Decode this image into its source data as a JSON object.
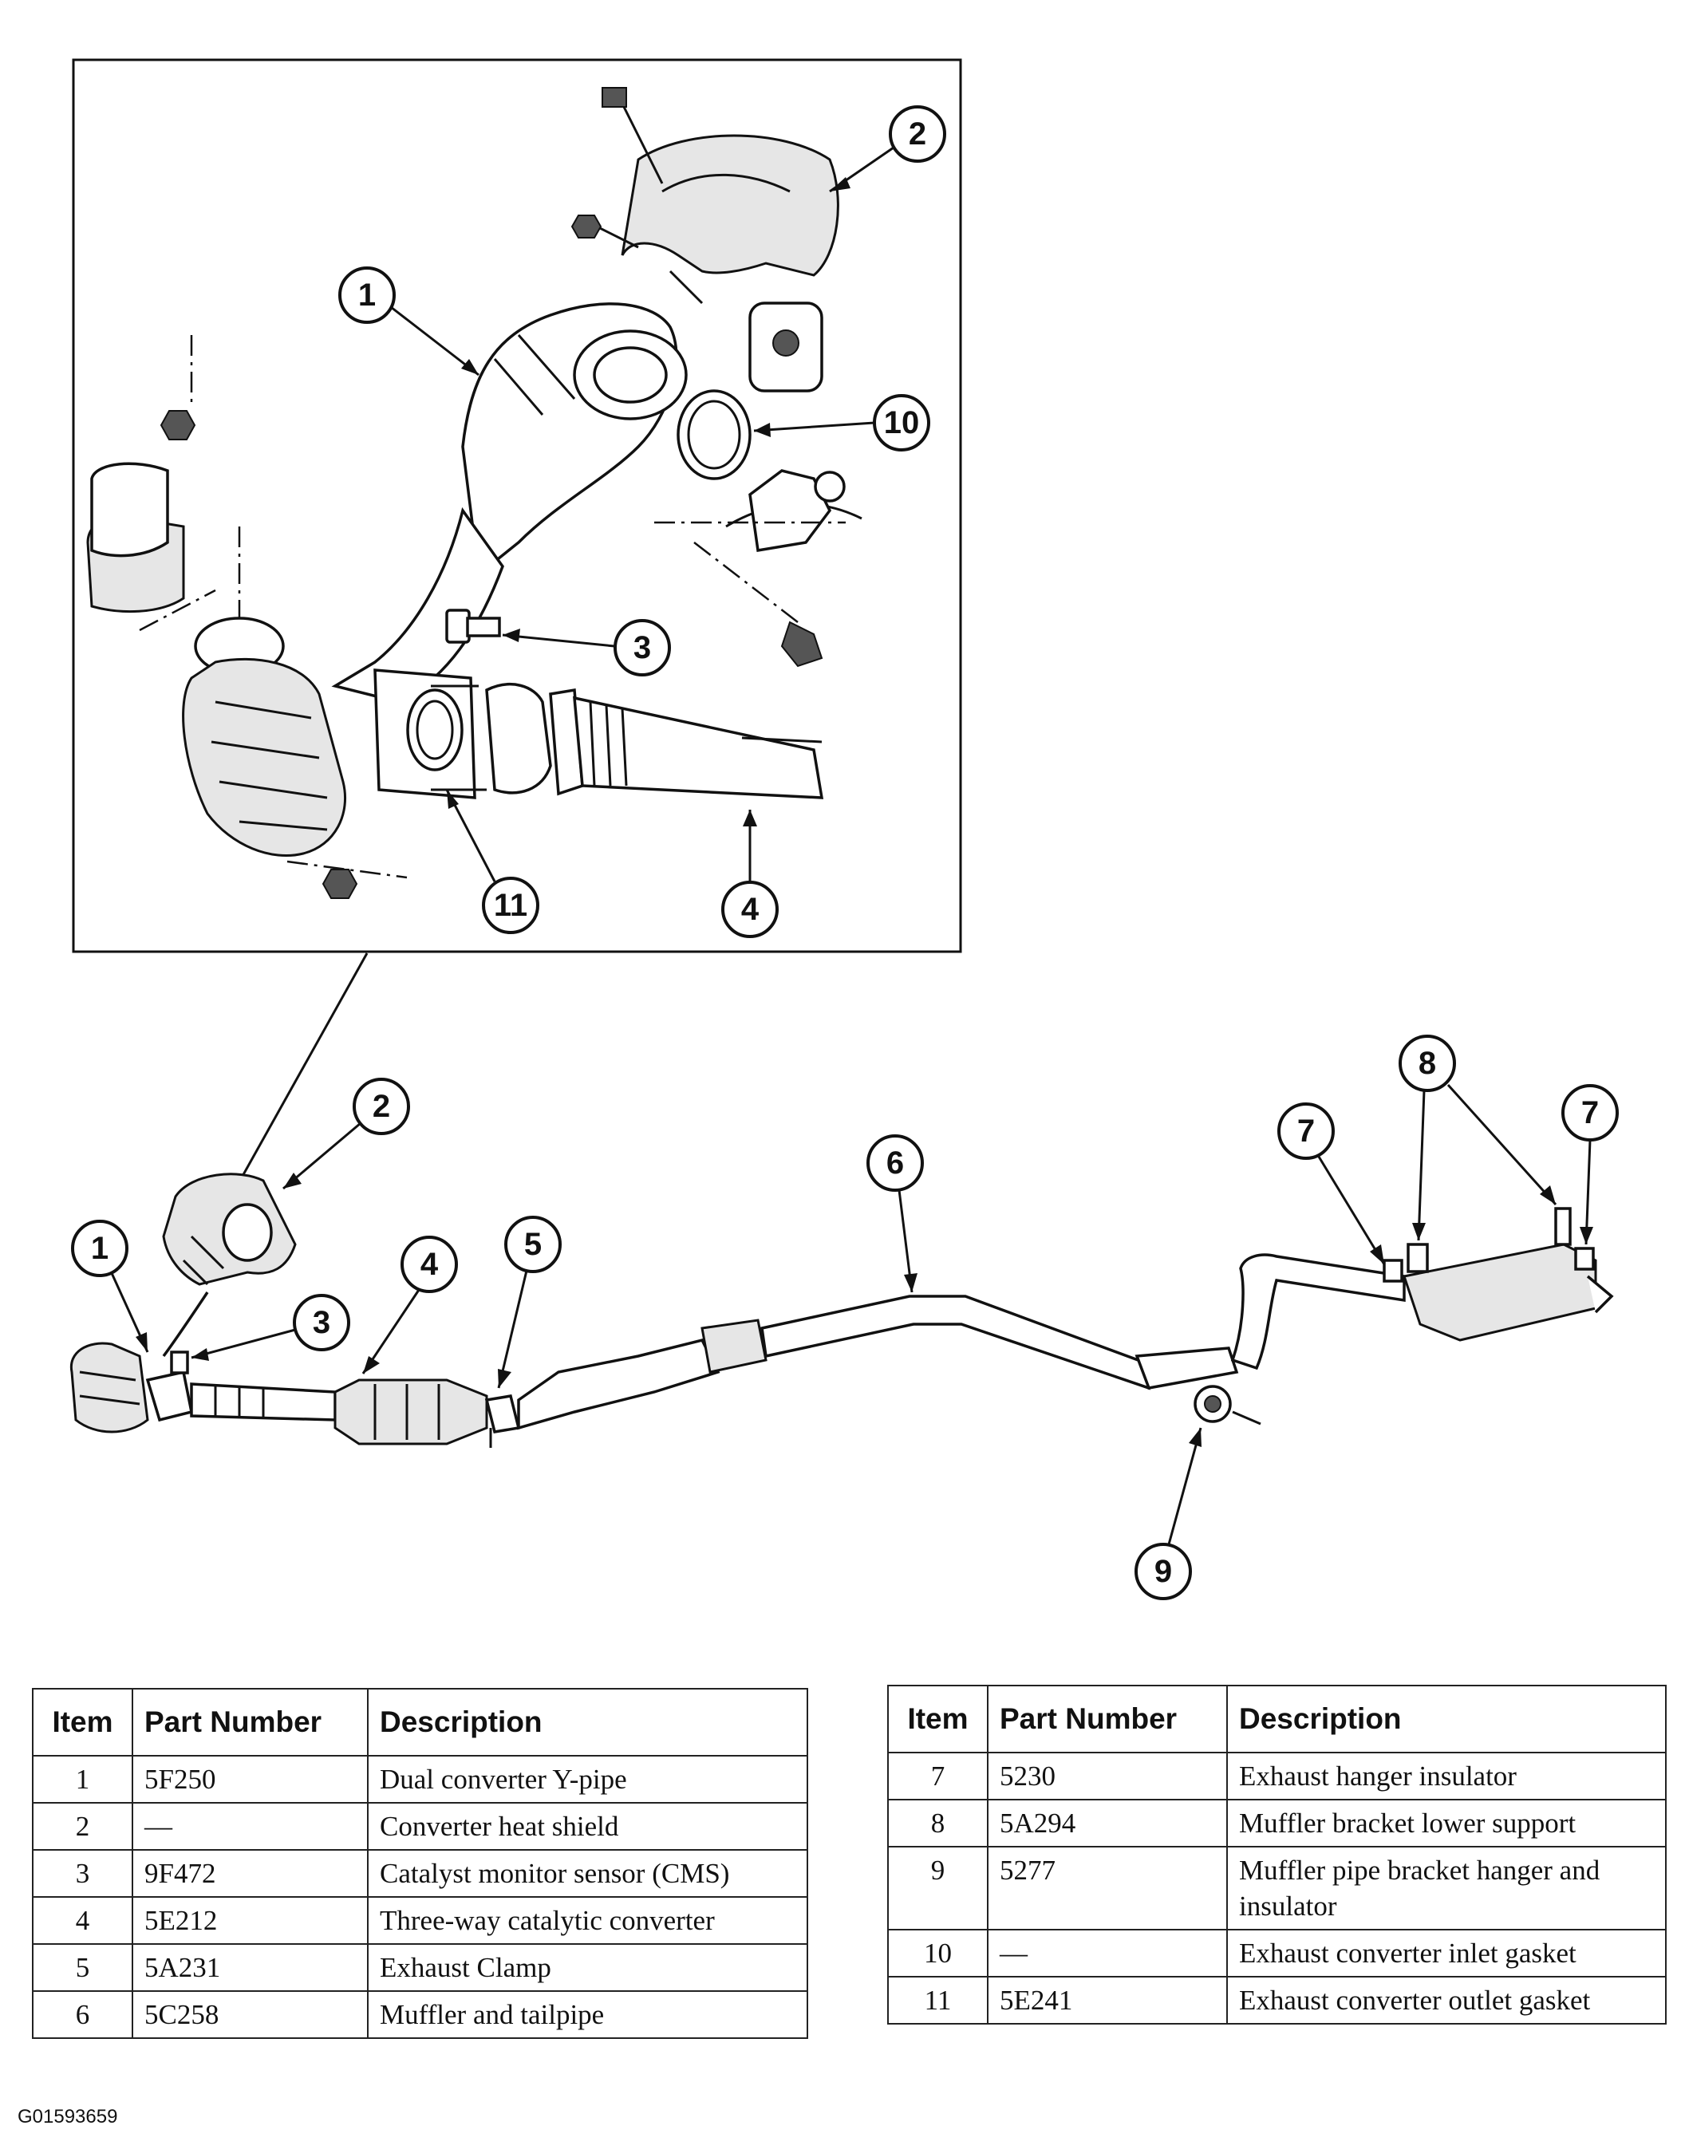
{
  "callouts": {
    "inset": [
      "2",
      "1",
      "10",
      "3",
      "11",
      "4"
    ],
    "main": [
      "2",
      "1",
      "3",
      "4",
      "5",
      "6",
      "7",
      "8",
      "7",
      "9"
    ]
  },
  "table_left": {
    "headers": {
      "item": "Item",
      "part": "Part Number",
      "desc": "Description"
    },
    "rows": [
      {
        "item": "1",
        "part": "5F250",
        "desc": "Dual converter Y-pipe"
      },
      {
        "item": "2",
        "part": "—",
        "desc": "Converter heat shield"
      },
      {
        "item": "3",
        "part": "9F472",
        "desc": "Catalyst monitor sensor (CMS)"
      },
      {
        "item": "4",
        "part": "5E212",
        "desc": "Three-way catalytic converter"
      },
      {
        "item": "5",
        "part": "5A231",
        "desc": "Exhaust Clamp"
      },
      {
        "item": "6",
        "part": "5C258",
        "desc": "Muffler and tailpipe"
      }
    ]
  },
  "table_right": {
    "headers": {
      "item": "Item",
      "part": "Part Number",
      "desc": "Description"
    },
    "rows": [
      {
        "item": "7",
        "part": "5230",
        "desc": "Exhaust hanger insulator"
      },
      {
        "item": "8",
        "part": "5A294",
        "desc": "Muffler bracket lower support"
      },
      {
        "item": "9",
        "part": "5277",
        "desc": "Muffler pipe bracket hanger and insulator"
      },
      {
        "item": "10",
        "part": "—",
        "desc": "Exhaust converter inlet gasket"
      },
      {
        "item": "11",
        "part": "5E241",
        "desc": "Exhaust converter outlet gasket"
      }
    ]
  },
  "figure_id": "G01593659"
}
